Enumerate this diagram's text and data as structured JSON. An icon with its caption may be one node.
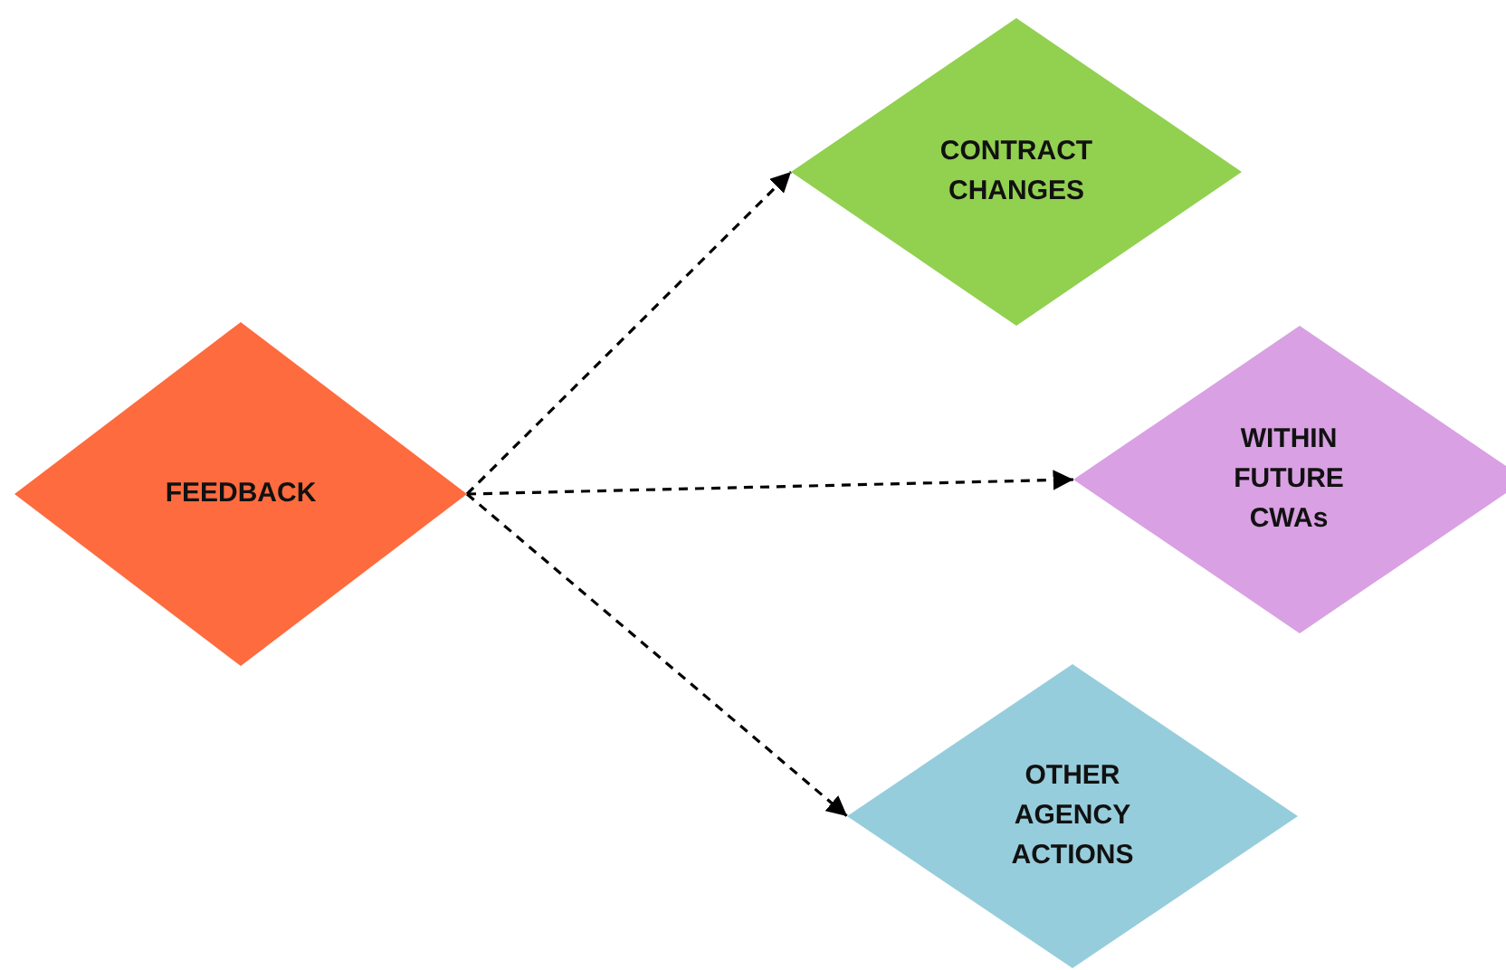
{
  "diagram": {
    "nodes": [
      {
        "text": [
          "FEEDBACK"
        ]
      },
      {
        "text": [
          "CONTRACT CHANGES"
        ]
      },
      {
        "text": [
          "WITHIN FUTURE CWAs"
        ]
      },
      {
        "text": [
          "OTHER AGENCY ACTIONS"
        ]
      }
    ],
    "edges": [
      {
        "from": 0,
        "to": 1,
        "arrow": "to",
        "style": "dashed"
      },
      {
        "from": 0,
        "to": 2,
        "arrow": "to",
        "style": "dashed"
      },
      {
        "from": 0,
        "to": 3,
        "arrow": "to",
        "style": "dashed"
      }
    ]
  }
}
